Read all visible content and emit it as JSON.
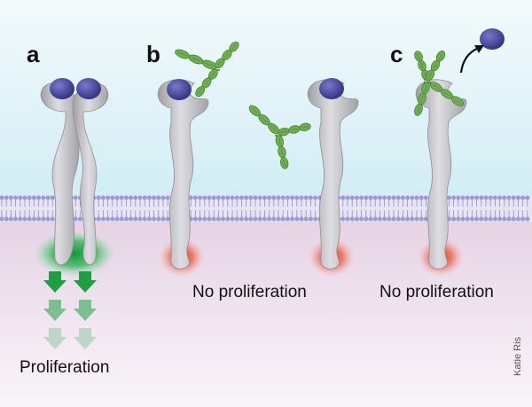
{
  "panels": [
    {
      "letter": "a",
      "caption": "Proliferation"
    },
    {
      "letter": "b",
      "caption": "No proliferation"
    },
    {
      "letter": "c",
      "caption": "No proliferation"
    }
  ],
  "credit": "Katie Ris",
  "colors": {
    "ligand": "#3d3c96",
    "receptor": "#b9b9bd",
    "antibody": "#6fae4e",
    "active_signal": "#1f9e45",
    "inactive_signal": "#e0412e",
    "membrane": "#8f8fc9",
    "sky": "#d9f0f7",
    "cytoplasm": "#eadbea"
  }
}
